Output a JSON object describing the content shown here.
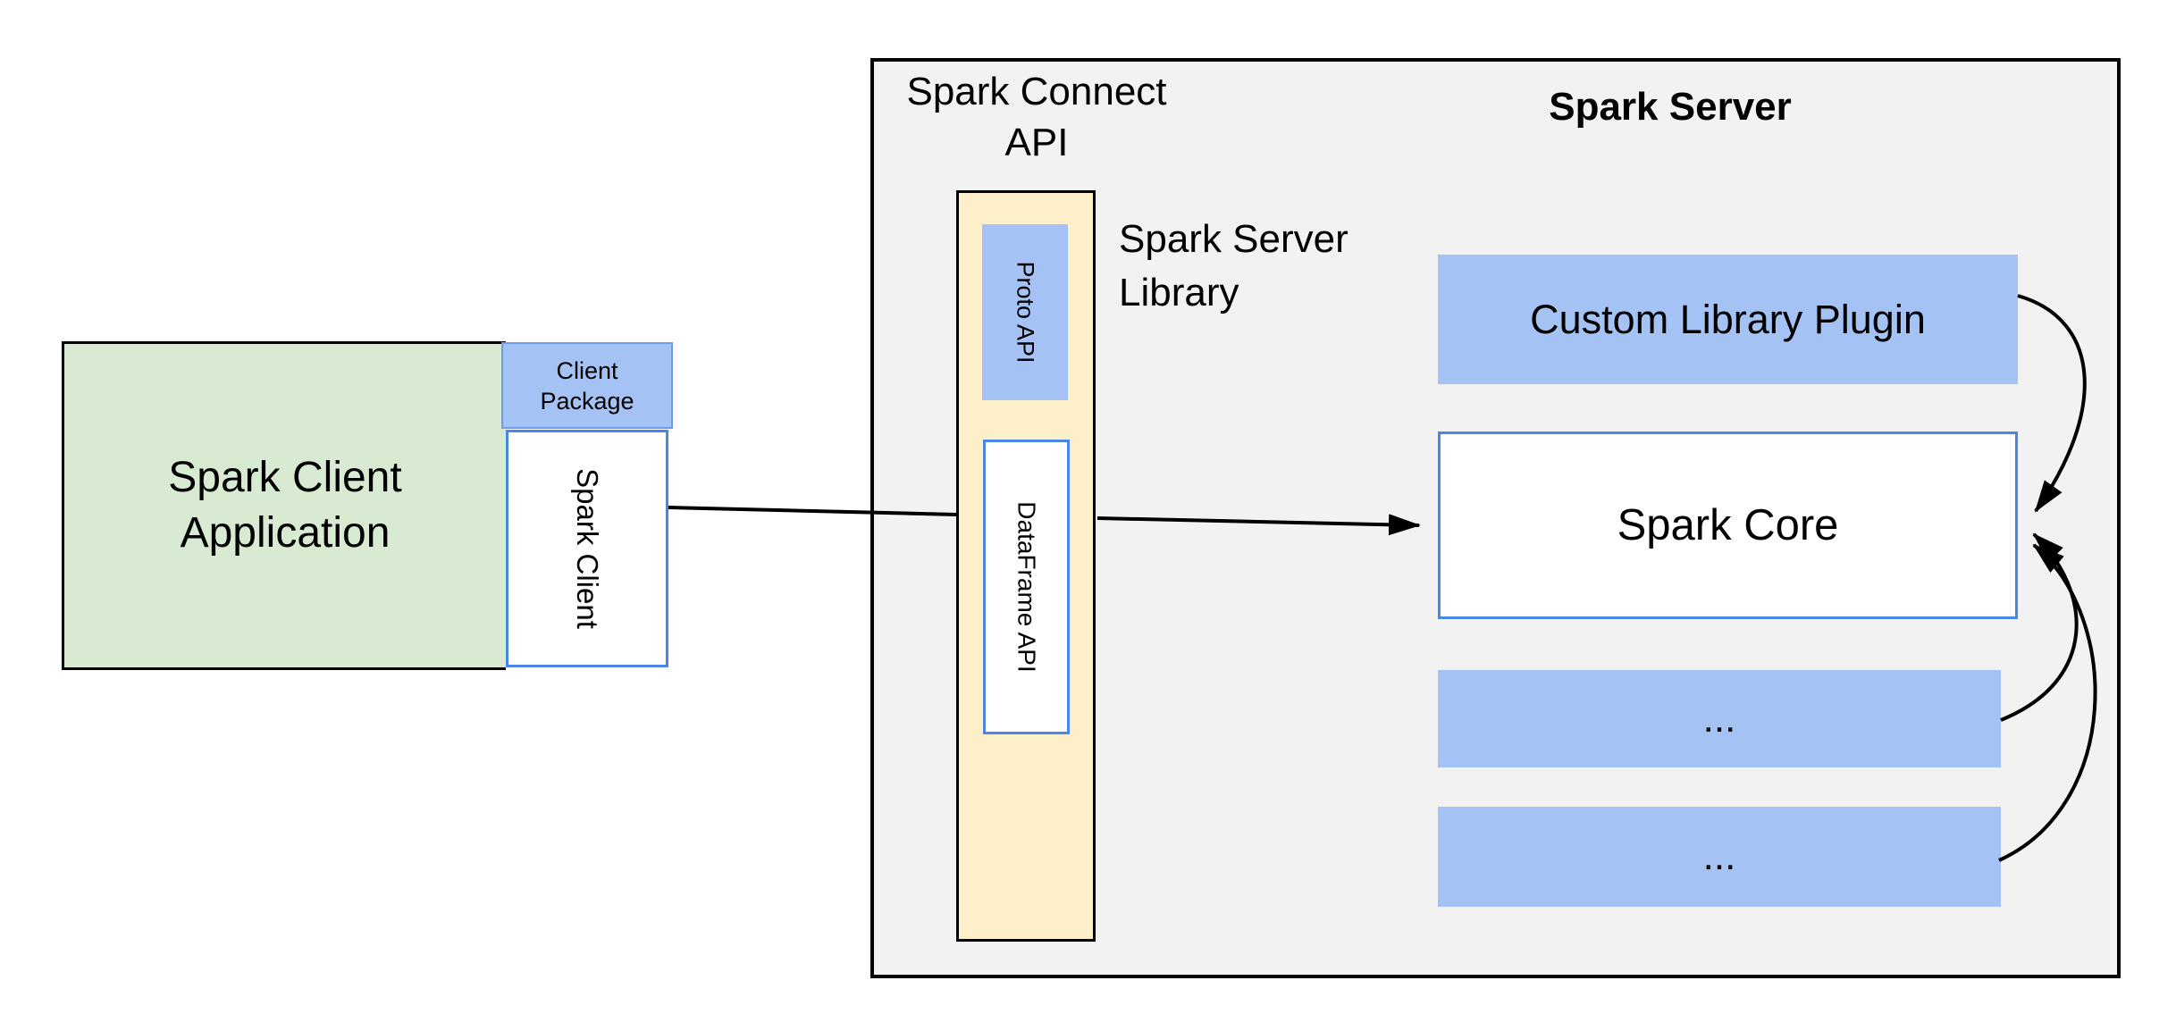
{
  "diagram": {
    "client_app": {
      "lines": [
        "Spark Client",
        "Application"
      ]
    },
    "client_package": {
      "lines": [
        "Client",
        "Package"
      ]
    },
    "spark_client": {
      "label": "Spark Client"
    },
    "connect_api_title": {
      "lines": [
        "Spark Connect",
        "API"
      ]
    },
    "server_title": {
      "label": "Spark Server"
    },
    "proto_api": {
      "label": "Proto API"
    },
    "dataframe_api": {
      "label": "DataFrame API"
    },
    "server_library_label": {
      "lines": [
        "Spark Server",
        "Library"
      ]
    },
    "custom_library_plugin": {
      "label": "Custom Library Plugin"
    },
    "spark_core": {
      "label": "Spark Core"
    },
    "plugin_slot_1": {
      "label": "..."
    },
    "plugin_slot_2": {
      "label": "..."
    },
    "colors": {
      "blue_fill": "#a4c2f4",
      "blue_border": "#4a86e8",
      "green_fill": "#d9ead3",
      "yellow_fill": "#fcefca",
      "gray_fill": "#f2f2f2",
      "connector": "#000000"
    }
  }
}
